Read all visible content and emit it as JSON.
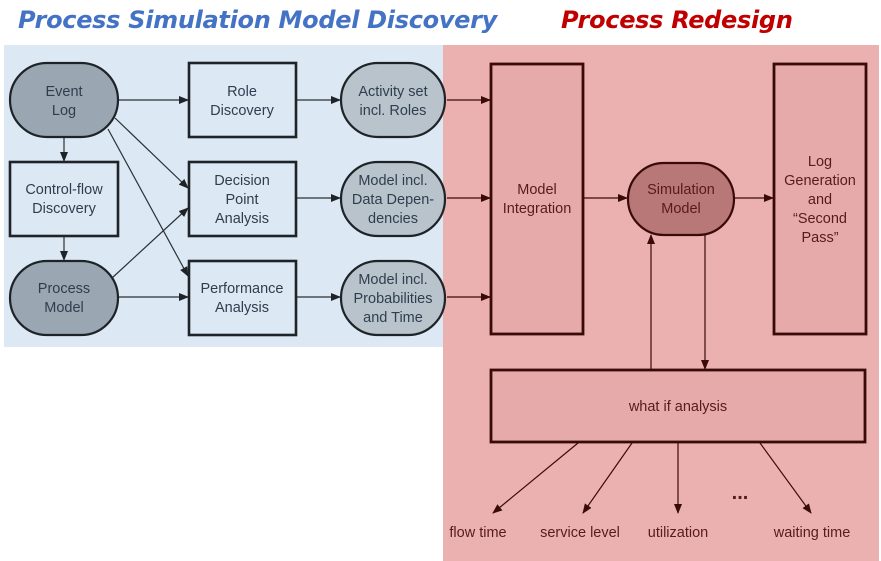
{
  "titles": {
    "discovery": "Process Simulation Model Discovery",
    "redesign": "Process Redesign"
  },
  "colors": {
    "discovery_title": "#4472c4",
    "redesign_title": "#c00000",
    "discovery_panel": "#dce8f3",
    "redesign_panel": "#ebb1b1",
    "data_node_fill": "#b9c3cc",
    "event_node_fill": "#9aa7b2",
    "sim_model_fill": "#b87878"
  },
  "nodes": {
    "event_log": [
      "Event",
      "Log"
    ],
    "control_flow": [
      "Control-flow",
      "Discovery"
    ],
    "process_model": [
      "Process",
      "Model"
    ],
    "role_discovery": [
      "Role",
      "Discovery"
    ],
    "decision_point": [
      "Decision",
      "Point",
      "Analysis"
    ],
    "performance": [
      "Performance",
      "Analysis"
    ],
    "activity_set": [
      "Activity set",
      "incl. Roles"
    ],
    "model_data": [
      "Model incl.",
      "Data Depen-",
      "dencies"
    ],
    "model_prob": [
      "Model incl.",
      "Probabilities",
      "and Time"
    ],
    "model_integration": [
      "Model",
      "Integration"
    ],
    "simulation_model": [
      "Simulation",
      "Model"
    ],
    "log_generation": [
      "Log",
      "Generation",
      "and",
      "“Second",
      "Pass”"
    ],
    "what_if": [
      "what if analysis"
    ]
  },
  "outputs": {
    "flow_time": "flow time",
    "service_level": "service level",
    "utilization": "utilization",
    "ellipsis": "...",
    "waiting_time": "waiting time"
  }
}
